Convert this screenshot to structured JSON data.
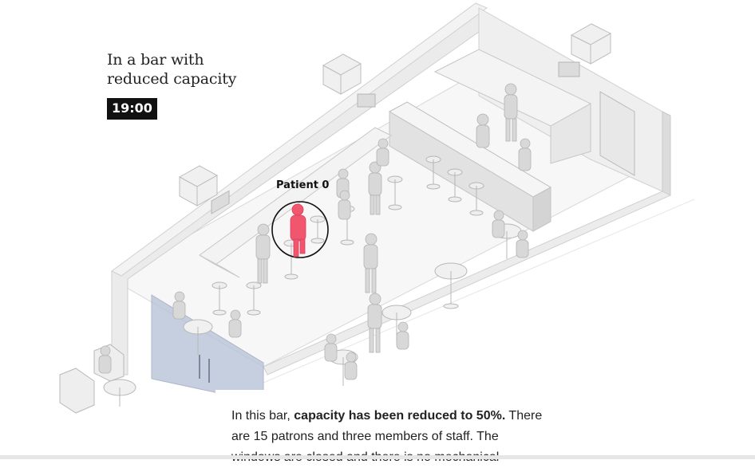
{
  "heading": {
    "line1": "In a bar with",
    "line2": "reduced capacity"
  },
  "time_badge": "19:00",
  "patient_label": "Patient 0",
  "description": {
    "intro": "In this bar, ",
    "bold": "capacity has been reduced to 50%.",
    "rest": " There are 15 patrons and three members of staff. The windows are closed and there is no mechanical"
  },
  "colors": {
    "patient": "#f1566f",
    "wall": "#ececec",
    "floor": "#f8f8f8",
    "door_glass": "#b8c4d8"
  }
}
